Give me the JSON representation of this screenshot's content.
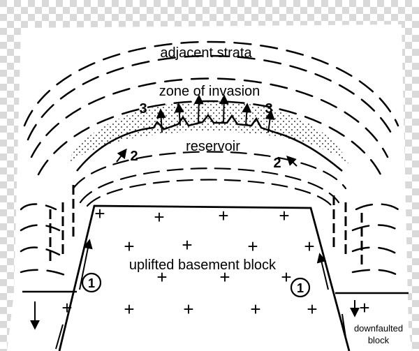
{
  "labels": {
    "adjacent_strata": "adjacent strata",
    "zone_of_invasion": "zone of invasion",
    "reservoir": "reservoir",
    "uplifted_basement_block": "uplifted basement block",
    "downfaulted_block_line1": "downfaulted",
    "downfaulted_block_line2": "block"
  },
  "markers": {
    "stage_1": "1",
    "stage_2": "2",
    "stage_3": "3"
  },
  "colors": {
    "ink": "#000000",
    "checker_light": "#ffffff",
    "checker_dark": "#d9d9d9"
  }
}
